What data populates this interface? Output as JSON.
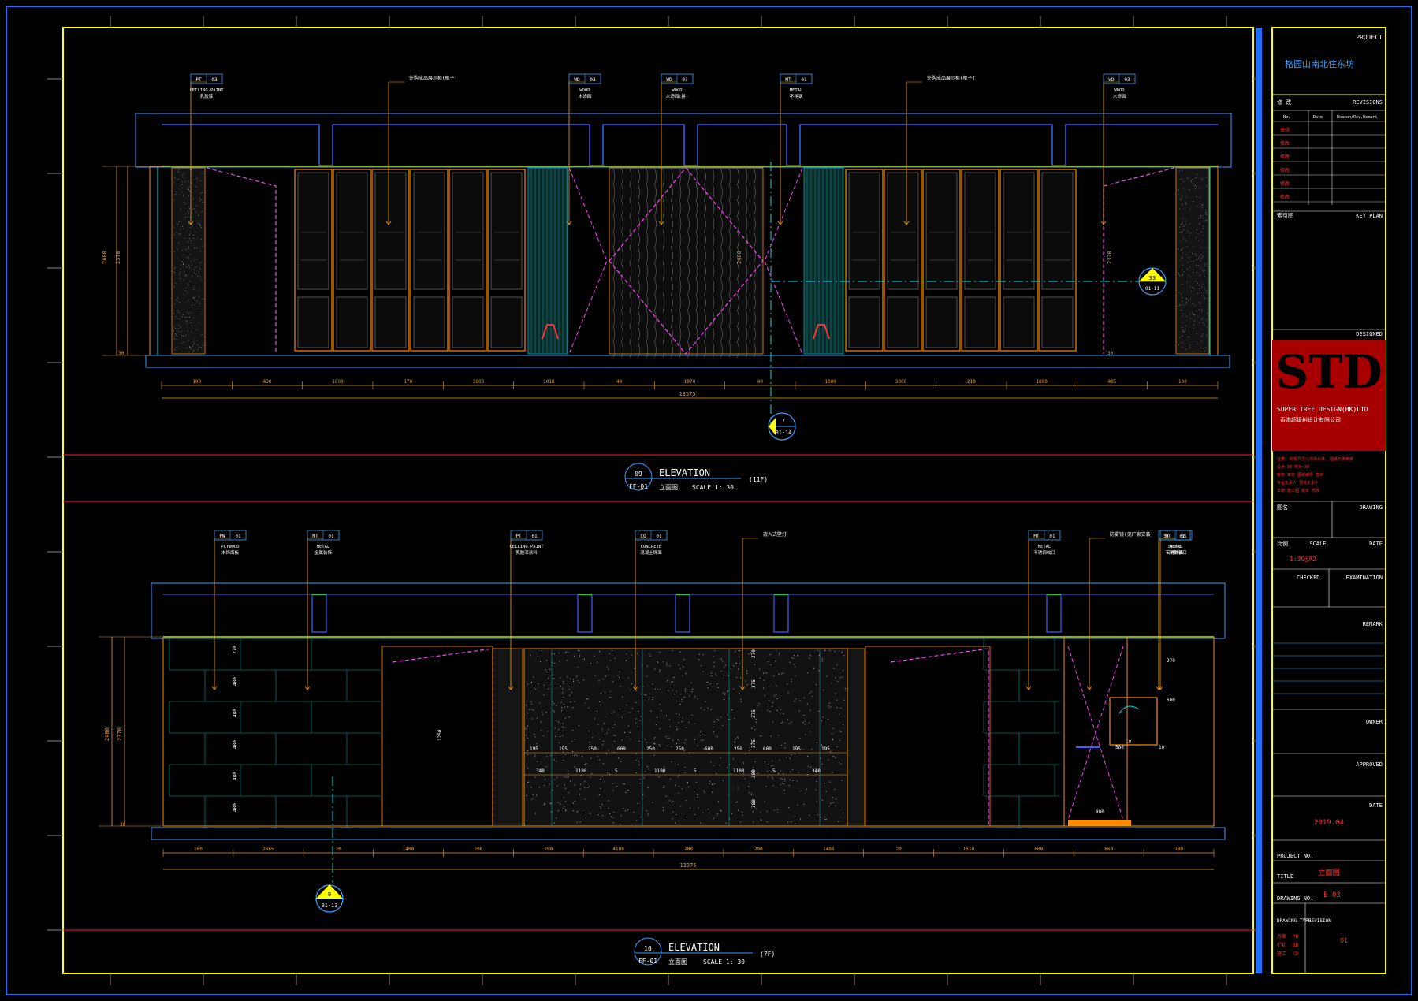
{
  "colors": {
    "background": "#000000",
    "frame": "#ffff00",
    "blue_bar": "#1e6fff",
    "logo_bg": "#a80000",
    "dim": "#e6a23c",
    "leader": "#ffa500",
    "tag": "#3aa0ff",
    "red_line": "#ff2020",
    "magenta": "#ff40ff",
    "cyan": "#00e0e0",
    "green": "#22cc22",
    "white": "#ffffff"
  },
  "title_block": {
    "project_label": "PROJECT",
    "project_name": "格园山南北住东坊",
    "revisions_label": "REVISIONS",
    "revision_cols": [
      "No.",
      "Date",
      "Reason/Rev.Remark"
    ],
    "revision_rows": [
      "审定",
      "审核",
      "修改",
      "修改",
      "修改",
      "修改",
      "修改"
    ],
    "key_plan_label": "KEY PLAN",
    "key_plan_cn": "索引图",
    "designed_label": "DESIGNED",
    "logo": "STD",
    "company_en": "SUPER TREE DESIGN(HK)LTD",
    "company_cn": "香港超级树设计有限公司",
    "red_notes": [
      "注意: 所有尺寸以现场为准, 图纸仅供参考",
      "设计:XX 校对:XX",
      "审核 审定 图纸编号 签字",
      "专业负责人 项目负责人",
      "日期 施工图 版本 修改"
    ],
    "drawing_label": "DRAWING",
    "scale_label": "SCALE",
    "date_label": "DATE",
    "scale_value": "1:30@A2",
    "checked_label": "CHECKED",
    "examination_label": "EXAMINATION",
    "remark_label": "REMARK",
    "owner_label": "OWNER",
    "approved_label": "APPROVED",
    "date_label2": "DATE",
    "date_value": "2019.04",
    "project_no_label": "PROJECT NO.",
    "title_label": "TITLE",
    "title_value": "立面图",
    "drawing_no_label": "DRAWING NO.",
    "drawing_no_value": "E-03",
    "drawing_type_label": "DRAWING TYPE",
    "revision_label": "REVISION",
    "revision_value": "01",
    "stage_labels": [
      "方案",
      "扩初",
      "施工"
    ],
    "stage_codes": [
      "PD",
      "DD",
      "CD"
    ]
  },
  "elevation_top": {
    "number": "09",
    "ref": "FF-01",
    "title": "ELEVATION",
    "cn": "立面图",
    "scale_text": "SCALE 1: 30",
    "note": "(11F)",
    "tags": [
      {
        "code": "PT",
        "num": "03",
        "name": "CEILING PAINT",
        "cn": "乳胶漆"
      },
      {
        "code": "",
        "num": "",
        "name": "外购成品展示柜(柜子)",
        "cn": ""
      },
      {
        "code": "WD",
        "num": "03",
        "name": "WOOD",
        "cn": "木饰面"
      },
      {
        "code": "WD",
        "num": "03",
        "name": "WOOD",
        "cn": "木饰面(拼)"
      },
      {
        "code": "MT",
        "num": "01",
        "name": "METAL",
        "cn": "不锈钢"
      },
      {
        "code": "",
        "num": "",
        "name": "外购成品展示柜(柜子)",
        "cn": ""
      },
      {
        "code": "WD",
        "num": "03",
        "name": "WOOD",
        "cn": "木饰面"
      }
    ],
    "dims": [
      "100",
      "430",
      "1000",
      "170",
      "3000",
      "1010",
      "40",
      "1970",
      "40",
      "1000",
      "3000",
      "210",
      "1000",
      "405",
      "100"
    ],
    "total": "13575",
    "vdims": [
      "2600",
      "2370",
      "30",
      "2400",
      "2370",
      "30"
    ],
    "sections": [
      {
        "n": "7",
        "ref": "01-14"
      },
      {
        "n": "33",
        "ref": "01-11"
      }
    ]
  },
  "elevation_bottom": {
    "number": "10",
    "ref": "FF-01",
    "title": "ELEVATION",
    "cn": "立面图",
    "scale_text": "SCALE 1: 30",
    "note": "(7F)",
    "tags": [
      {
        "code": "PW",
        "num": "01",
        "name": "PLYWOOD",
        "cn": "木饰面板"
      },
      {
        "code": "MT",
        "num": "01",
        "name": "METAL",
        "cn": "金属装饰"
      },
      {
        "code": "PT",
        "num": "01",
        "name": "CEILING PAINT",
        "cn": "乳胶漆涂料"
      },
      {
        "code": "CO",
        "num": "01",
        "name": "CONCRETE",
        "cn": "混凝土饰面"
      },
      {
        "code": "",
        "num": "",
        "name": "嵌入式壁灯",
        "cn": ""
      },
      {
        "code": "MT",
        "num": "01",
        "name": "METAL",
        "cn": "不锈钢收口"
      },
      {
        "code": "",
        "num": "",
        "name": "防雾镜(见厂家安装)",
        "cn": ""
      },
      {
        "code": "MT",
        "num": "01",
        "name": "METAL",
        "cn": "不锈钢收口"
      },
      {
        "code": "ST",
        "num": "02",
        "name": "STONE",
        "cn": "石材饰面"
      }
    ],
    "dims": [
      "100",
      "2665",
      "20",
      "1400",
      "200",
      "200",
      "4100",
      "200",
      "200",
      "1400",
      "20",
      "1510",
      "600",
      "860",
      "100"
    ],
    "total": "13375",
    "vdims": [
      "2400",
      "2370",
      "30"
    ],
    "inner_dims": [
      "195",
      "195",
      "250",
      "600",
      "250",
      "250",
      "600",
      "250",
      "600",
      "195",
      "195",
      "340",
      "1100",
      "5",
      "1100",
      "5",
      "1100",
      "5",
      "340",
      "270",
      "375",
      "375",
      "375",
      "300",
      "380",
      "1250",
      "270",
      "480",
      "480",
      "480",
      "480",
      "480",
      "270",
      "580",
      "10",
      "10",
      "600",
      "800"
    ],
    "sections": [
      {
        "n": "9",
        "ref": "01-13"
      }
    ]
  }
}
